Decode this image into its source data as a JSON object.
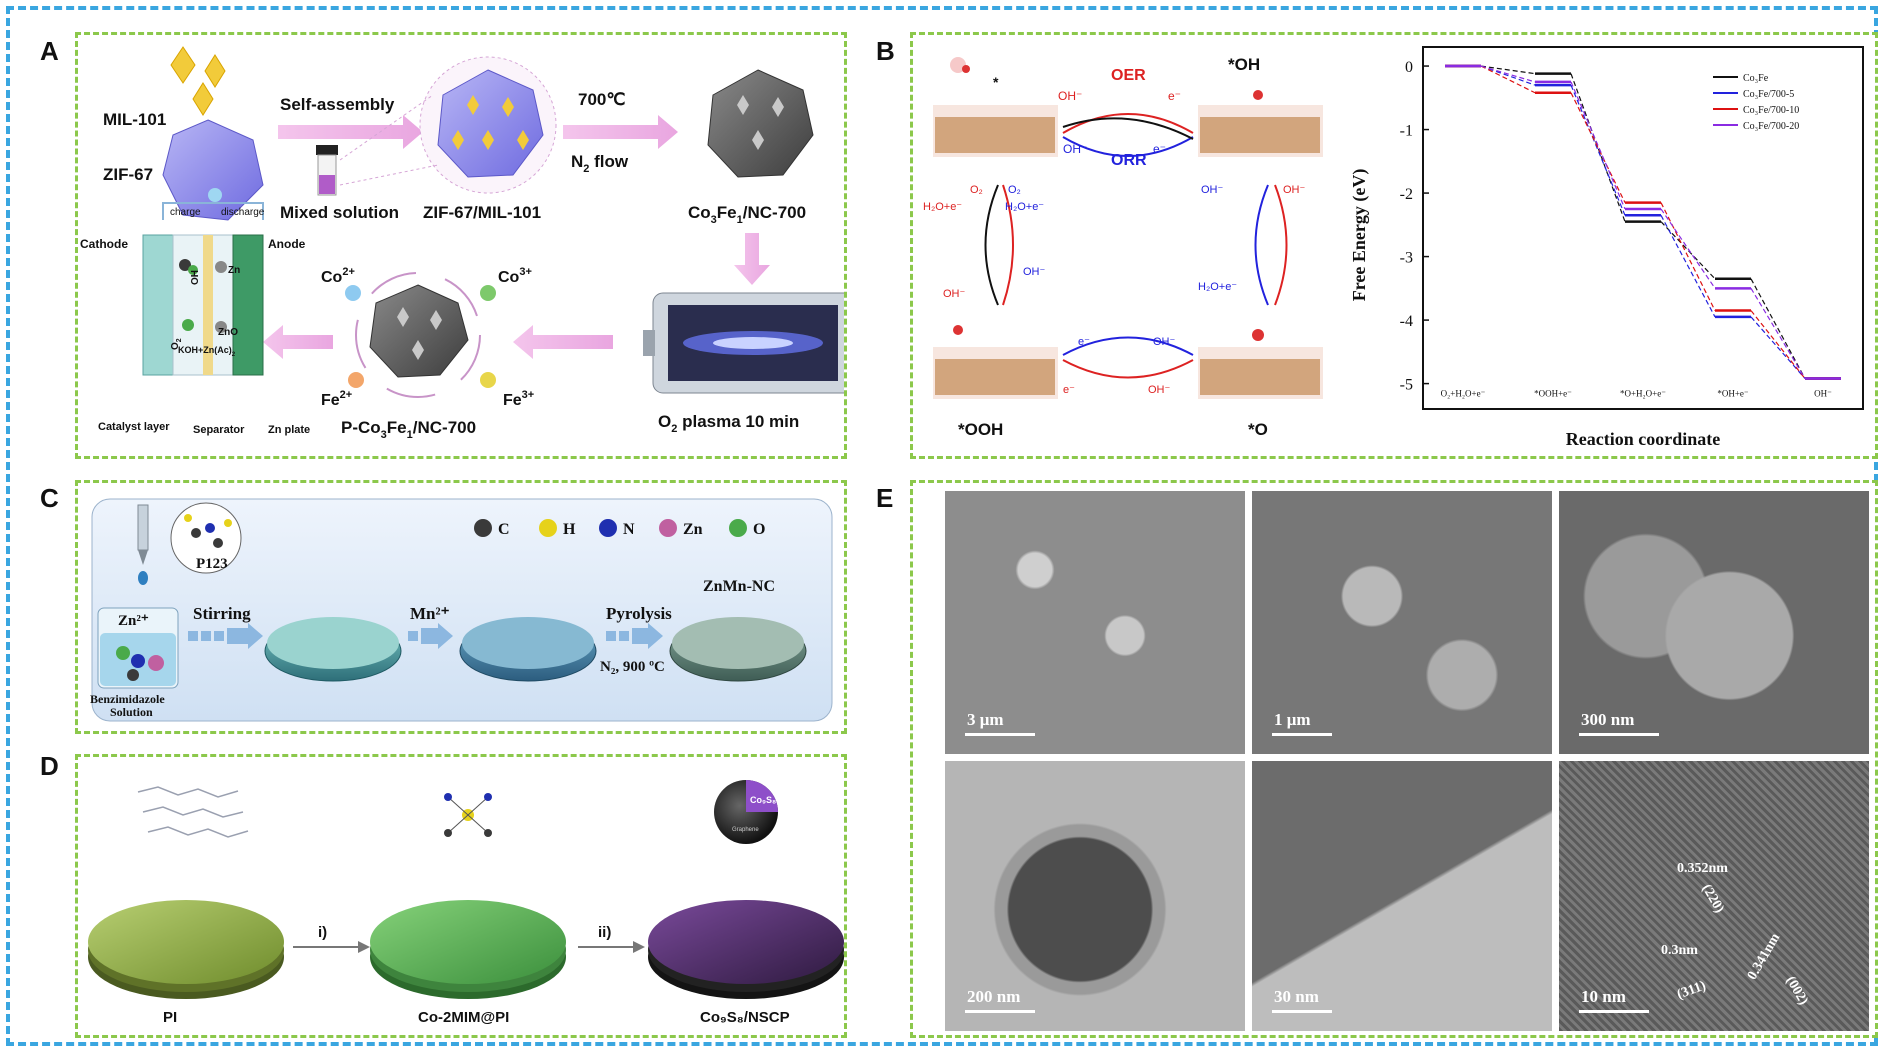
{
  "panels": {
    "A": {
      "label": "A",
      "mil": "MIL-101",
      "zif": "ZIF-67",
      "self_assembly": "Self-assembly",
      "mixed": "Mixed solution",
      "zifmil": "ZIF-67/MIL-101",
      "temp": "700℃",
      "n2": "N",
      "n2_sub": "2",
      "n2_tail": " flow",
      "cofe_pre": "Co",
      "cofe_s1": "3",
      "cofe_mid": "Fe",
      "cofe_s2": "1",
      "cofe_post": "/NC-700",
      "co2": "Co",
      "co2_sup": "2+",
      "co3": "Co",
      "co3_sup": "3+",
      "fe2": "Fe",
      "fe2_sup": "2+",
      "fe3": "Fe",
      "fe3_sup": "3+",
      "pcofe_pre": "P-Co",
      "pcofe_s1": "3",
      "pcofe_mid": "Fe",
      "pcofe_s2": "1",
      "pcofe_post": "/NC-700",
      "o2_pre": "O",
      "o2_sub": "2",
      "o2_post": " plasma 10 min",
      "charge": "charge",
      "discharge": "discharge",
      "cathode": "Cathode",
      "anode": "Anode",
      "oh": "OH",
      "o2batt": "O",
      "o2batt_sub": "2",
      "zn": "Zn",
      "zno": "ZnO",
      "koh": "KOH+Zn(Ac)",
      "koh_sub": "2",
      "catalyst_layer": "Catalyst layer",
      "separator": "Separator",
      "zn_plate": "Zn plate"
    },
    "B": {
      "label": "B",
      "oer": "OER",
      "orr": "ORR",
      "star_oh": "*OH",
      "star_ooh": "*OOH",
      "star_o": "*O",
      "star": "*",
      "oh_minus": "OH⁻",
      "e_minus": "e⁻",
      "o2": "O₂",
      "h2o_e": "H₂O+e⁻",
      "ylabel": "Free Energy (eV)",
      "xlabel": "Reaction coordinate",
      "legend": [
        "Co₃Fe",
        "Co₃Fe/700-5",
        "Co₃Fe/700-10",
        "Co₃Fe/700-20"
      ],
      "legend_colors": [
        "#111111",
        "#2222dd",
        "#dd1111",
        "#8a2be2"
      ]
    },
    "C": {
      "label": "C",
      "p123": "P123",
      "atoms": [
        "C",
        "H",
        "N",
        "Zn",
        "O"
      ],
      "atom_colors": [
        "#3a3a3a",
        "#e6d21a",
        "#1f2fb0",
        "#c060a0",
        "#4aaa4a"
      ],
      "zn2": "Zn²⁺",
      "benz": "Benzimidazole",
      "solution": "Solution",
      "stirring": "Stirring",
      "mn2": "Mn²⁺",
      "pyrolysis": "Pyrolysis",
      "n2_900": "N₂, 900 ºC",
      "znmn": "ZnMn-NC"
    },
    "D": {
      "label": "D",
      "pi": "PI",
      "co2mim": "Co-2MIM@PI",
      "co9s8": "Co₉S₈/NSCP",
      "step1": "i)",
      "step2": "ii)",
      "sphere_core": "Co₉S₈",
      "sphere_shell": "Graphene"
    },
    "E": {
      "label": "E",
      "scales": [
        "3 μm",
        "1 μm",
        "300 nm",
        "200 nm",
        "30 nm",
        "10 nm"
      ],
      "d1": "0.352nm",
      "h1": "(220)",
      "d2": "0.3nm",
      "h2": "(311)",
      "d3": "0.341nm",
      "h3": "(002)"
    }
  },
  "chart_data": {
    "type": "line",
    "title": "",
    "xlabel": "Reaction coordinate",
    "ylabel": "Free Energy (eV)",
    "categories": [
      "O₂+H₂O+e⁻",
      "*OOH+e⁻",
      "*O+H₂O+e⁻",
      "*OH+e⁻",
      "OH⁻"
    ],
    "ylim": [
      -5.4,
      0.3
    ],
    "yticks": [
      0,
      -1,
      -2,
      -3,
      -4,
      -5
    ],
    "legend_position": "top-right",
    "series": [
      {
        "name": "Co₃Fe",
        "color": "#111111",
        "values": [
          0,
          -0.12,
          -2.45,
          -3.35,
          -4.92
        ]
      },
      {
        "name": "Co₃Fe/700-5",
        "color": "#2222dd",
        "values": [
          0,
          -0.3,
          -2.35,
          -3.95,
          -4.92
        ]
      },
      {
        "name": "Co₃Fe/700-10",
        "color": "#dd1111",
        "values": [
          0,
          -0.42,
          -2.15,
          -3.85,
          -4.92
        ]
      },
      {
        "name": "Co₃Fe/700-20",
        "color": "#8a2be2",
        "values": [
          0,
          -0.25,
          -2.25,
          -3.5,
          -4.92
        ]
      }
    ]
  }
}
